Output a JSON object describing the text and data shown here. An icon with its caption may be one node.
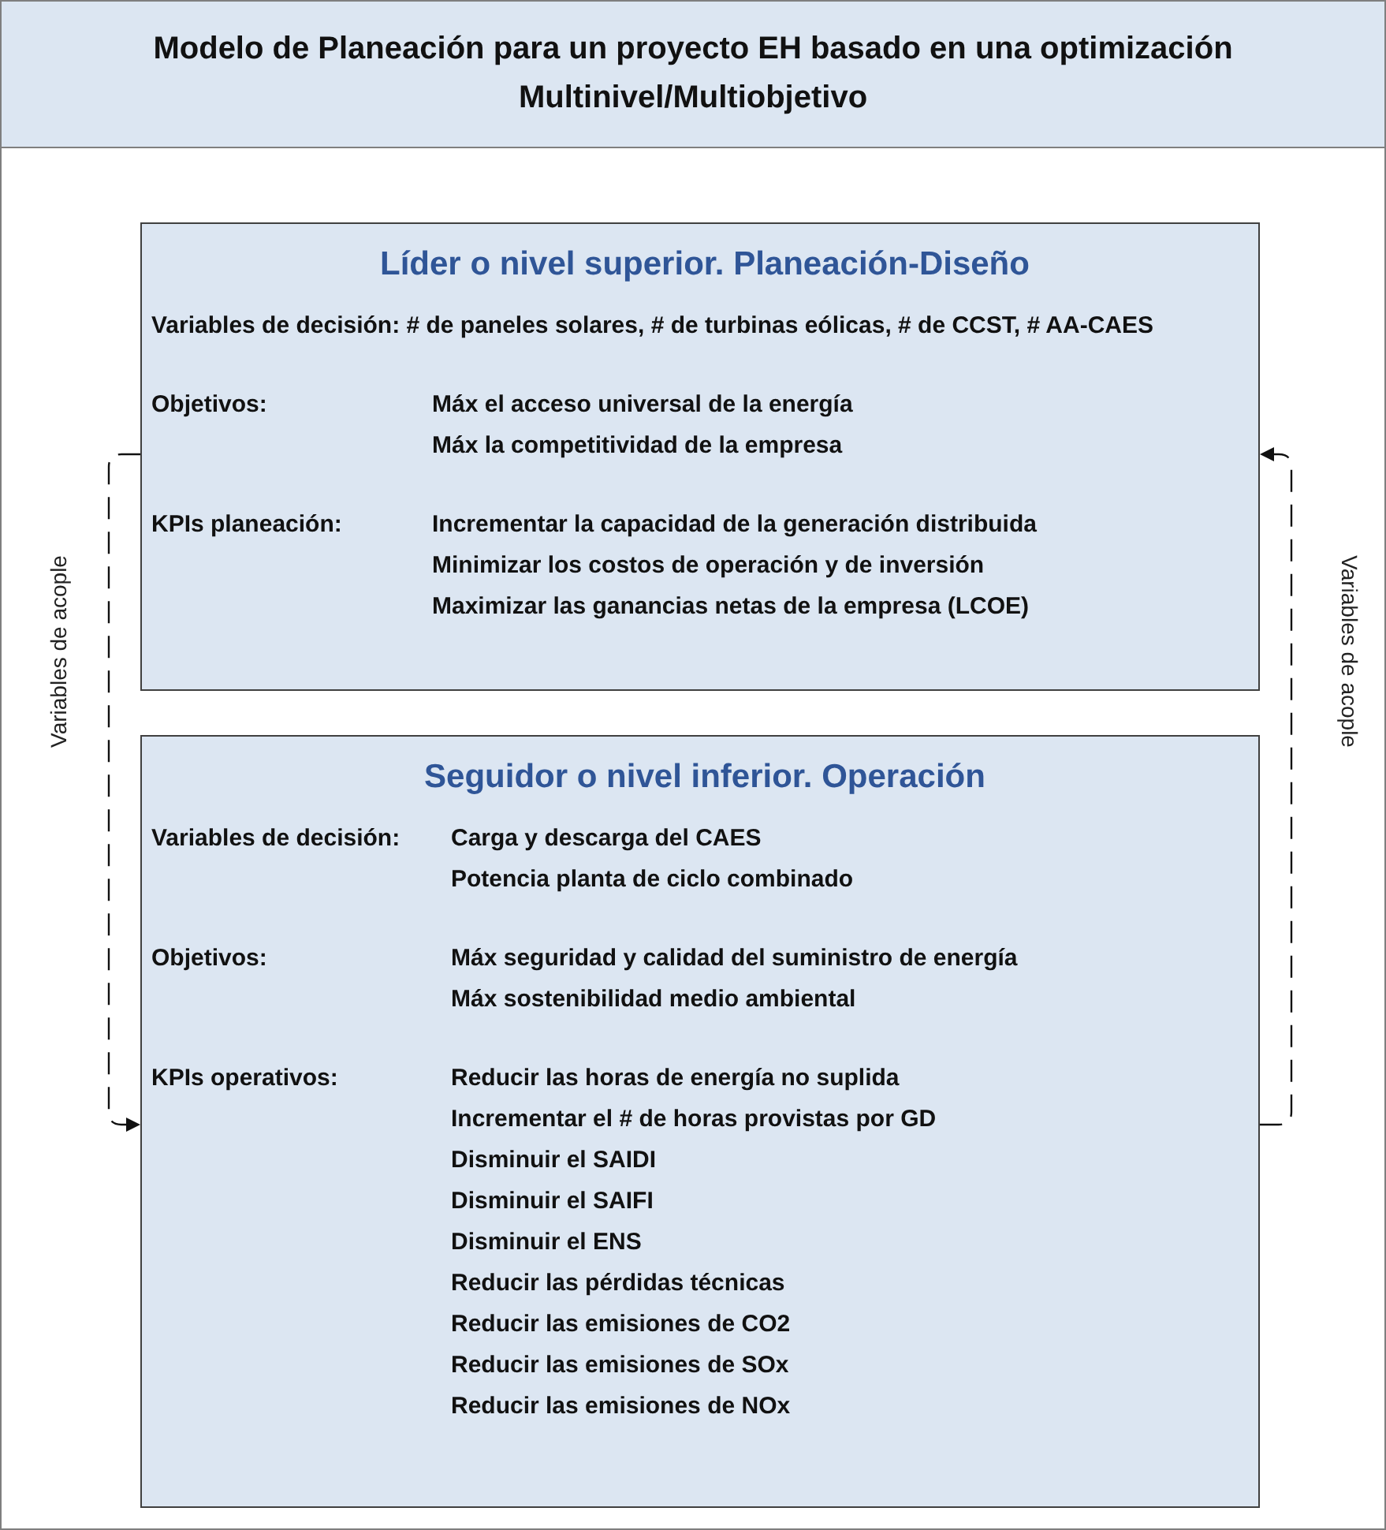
{
  "diagram": {
    "nodes": [
      {
        "text": [
          "Modelo de Planeación para un proyecto EH basado en una optimización Multinivel/Multiobjetivo"
        ]
      },
      {
        "text": [
          "Líder o nivel superior. Planeación-Diseño",
          "Variables de decisión: # de paneles solares, # de turbinas eólicas, # de CCST, # AA-CAES",
          "Objetivos:",
          "Máx el acceso universal de la energía",
          "Máx la competitividad de la empresa",
          "KPIs planeación:",
          "Incrementar la capacidad de la generación distribuida",
          "Minimizar los costos de operación y de inversión",
          "Maximizar las ganancias netas de la empresa (LCOE)"
        ],
        "in": 0
      },
      {
        "text": [
          "Seguidor o nivel inferior. Operación",
          "Variables de decisión:",
          "Carga y descarga del CAES",
          "Potencia planta de ciclo combinado",
          "Objetivos:",
          "Máx seguridad y calidad del suministro de energía",
          "Máx sostenibilidad medio ambiental",
          "KPIs operativos:",
          "Reducir las horas de energía no suplida",
          "Incrementar el # de horas provistas por GD",
          "Disminuir el SAIDI",
          "Disminuir el SAIFI",
          "Disminuir el ENS",
          "Reducir las pérdidas técnicas",
          "Reducir las emisiones de CO2",
          "Reducir las emisiones de SOx",
          "Reducir las emisiones de NOx"
        ],
        "in": 0
      }
    ],
    "edges": [
      {
        "from": 1,
        "to": 2,
        "arrow": "to",
        "label": "Variables de acople",
        "style": "dashed"
      },
      {
        "from": 2,
        "to": 1,
        "arrow": "to",
        "label": "Variables de acople",
        "style": "dashed"
      }
    ]
  }
}
